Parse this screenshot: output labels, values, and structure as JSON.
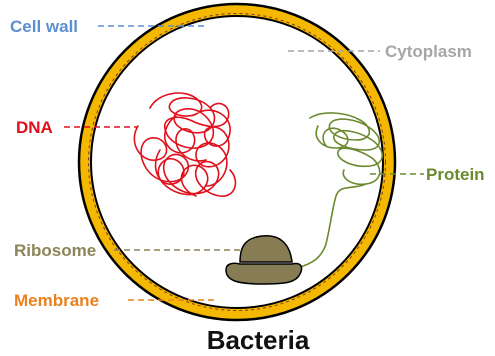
{
  "title": "Bacteria",
  "labels": {
    "cell_wall": "Cell wall",
    "cytoplasm": "Cytoplasm",
    "dna": "DNA",
    "protein": "Protein",
    "ribosome": "Ribosome",
    "membrane": "Membrane"
  },
  "colors": {
    "cell_wall": "#5b8fd0",
    "cytoplasm": "#a6a6a6",
    "dna": "#e0101c",
    "protein": "#6a8a2e",
    "ribosome": "#8c8459",
    "ribosome_fill": "#877d55",
    "membrane": "#e8821e",
    "wall_fill": "#f5b800"
  }
}
